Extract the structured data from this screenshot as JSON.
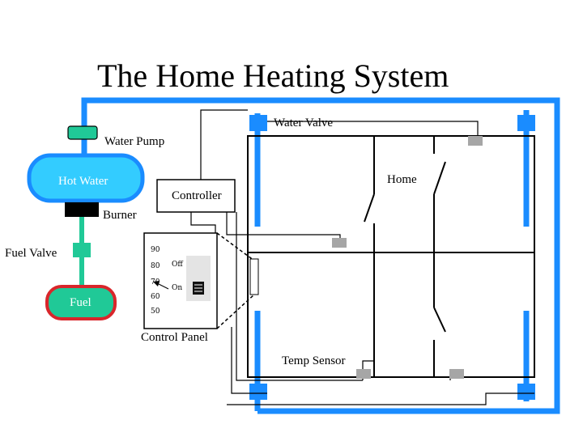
{
  "title": "The Home Heating System",
  "labels": {
    "water_valve": "Water Valve",
    "water_pump": "Water Pump",
    "hot_water": "Hot Water",
    "home": "Home",
    "controller": "Controller",
    "burner": "Burner",
    "fuel_valve": "Fuel Valve",
    "fuel": "Fuel",
    "control_panel": "Control Panel",
    "temp_sensor": "Temp Sensor"
  },
  "thermostat": {
    "scale": [
      "90",
      "80",
      "70",
      "60",
      "50"
    ],
    "switch_off": "Off",
    "switch_on": "On"
  },
  "colors": {
    "water_pipe": "#1a8cff",
    "hot_water_tank": "#33ccff",
    "pump_fuel_pipe": "#20c997",
    "fuel_tank_border": "#d9262b",
    "burner": "#000000",
    "sensor": "#a6a6a6"
  }
}
